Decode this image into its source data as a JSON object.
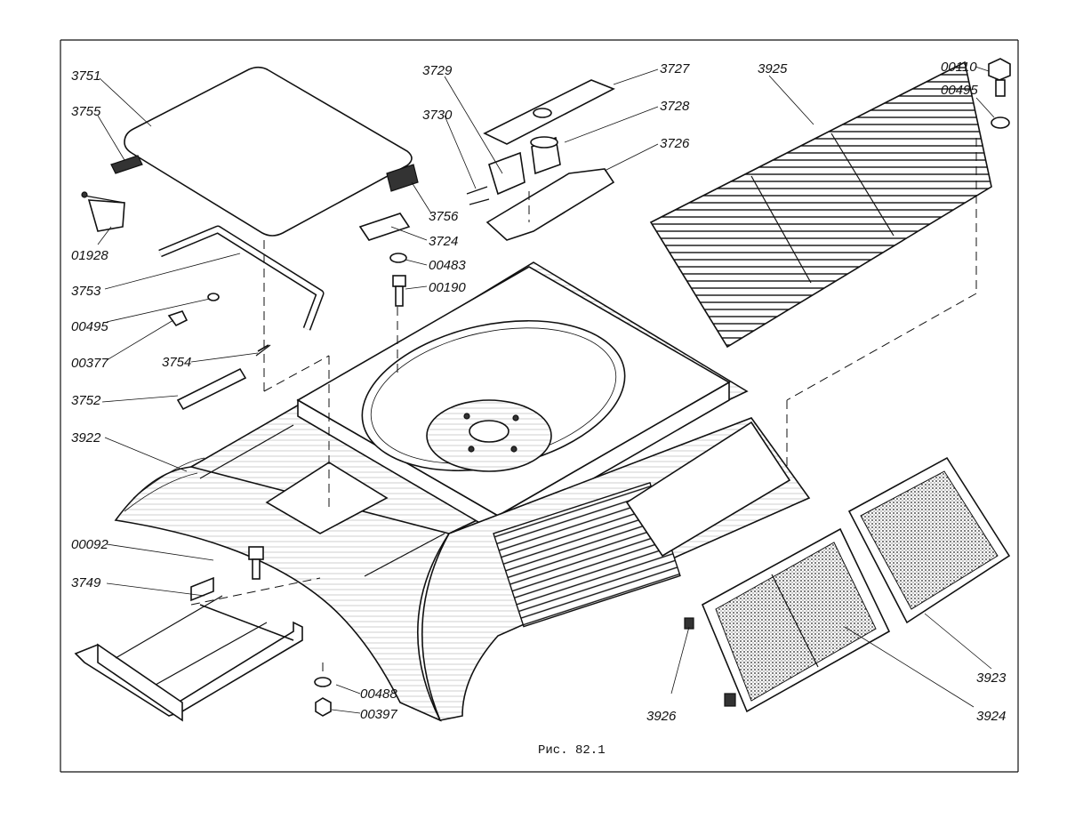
{
  "caption": "Рис. 82.1",
  "labels": {
    "l3751": "3751",
    "l3755": "3755",
    "l01928": "01928",
    "l3753": "3753",
    "l00495a": "00495",
    "l00377": "00377",
    "l3754": "3754",
    "l3752": "3752",
    "l3922": "3922",
    "l00092": "00092",
    "l3749": "3749",
    "l00488": "00488",
    "l00397": "00397",
    "l3756": "3756",
    "l3724": "3724",
    "l00483": "00483",
    "l00190": "00190",
    "l3729": "3729",
    "l3730": "3730",
    "l3727": "3727",
    "l3728": "3728",
    "l3726": "3726",
    "l3925": "3925",
    "l00110": "00110",
    "l00495b": "00495",
    "l3926": "3926",
    "l3924": "3924",
    "l3923": "3923"
  }
}
